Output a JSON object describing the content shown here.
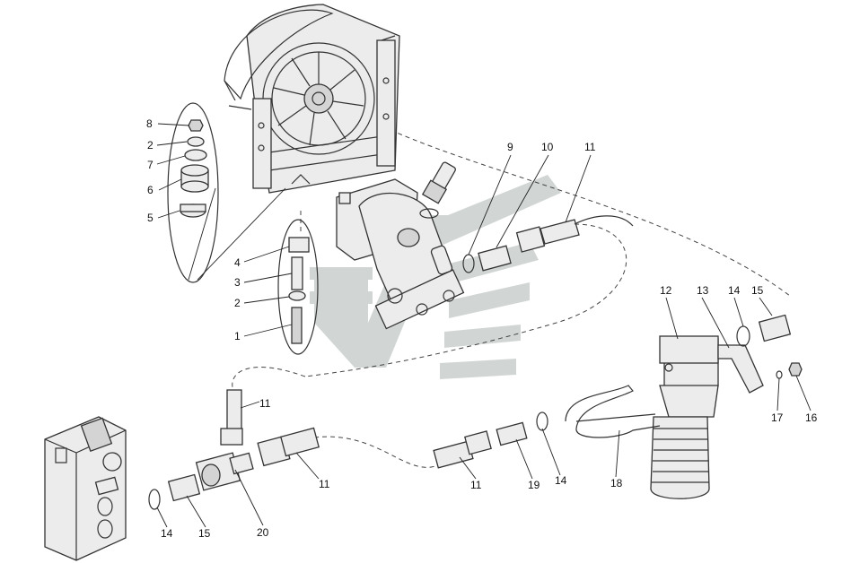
{
  "diagram": {
    "colors": {
      "line": "#333333",
      "watermark": "#c9cfcd",
      "part_fill": "#ececec"
    },
    "callouts": [
      {
        "id": "c8",
        "label": "8"
      },
      {
        "id": "c2a",
        "label": "2"
      },
      {
        "id": "c7",
        "label": "7"
      },
      {
        "id": "c6",
        "label": "6"
      },
      {
        "id": "c5",
        "label": "5"
      },
      {
        "id": "c4",
        "label": "4"
      },
      {
        "id": "c3",
        "label": "3"
      },
      {
        "id": "c2b",
        "label": "2"
      },
      {
        "id": "c1",
        "label": "1"
      },
      {
        "id": "c9",
        "label": "9"
      },
      {
        "id": "c10",
        "label": "10"
      },
      {
        "id": "c11a",
        "label": "11"
      },
      {
        "id": "c12",
        "label": "12"
      },
      {
        "id": "c13",
        "label": "13"
      },
      {
        "id": "c14a",
        "label": "14"
      },
      {
        "id": "c15a",
        "label": "15"
      },
      {
        "id": "c17",
        "label": "17"
      },
      {
        "id": "c16",
        "label": "16"
      },
      {
        "id": "c11b",
        "label": "11"
      },
      {
        "id": "c11c",
        "label": "11"
      },
      {
        "id": "c11d",
        "label": "11"
      },
      {
        "id": "c19",
        "label": "19"
      },
      {
        "id": "c14b",
        "label": "14"
      },
      {
        "id": "c18",
        "label": "18"
      },
      {
        "id": "c14c",
        "label": "14"
      },
      {
        "id": "c15b",
        "label": "15"
      },
      {
        "id": "c20",
        "label": "20"
      }
    ]
  }
}
